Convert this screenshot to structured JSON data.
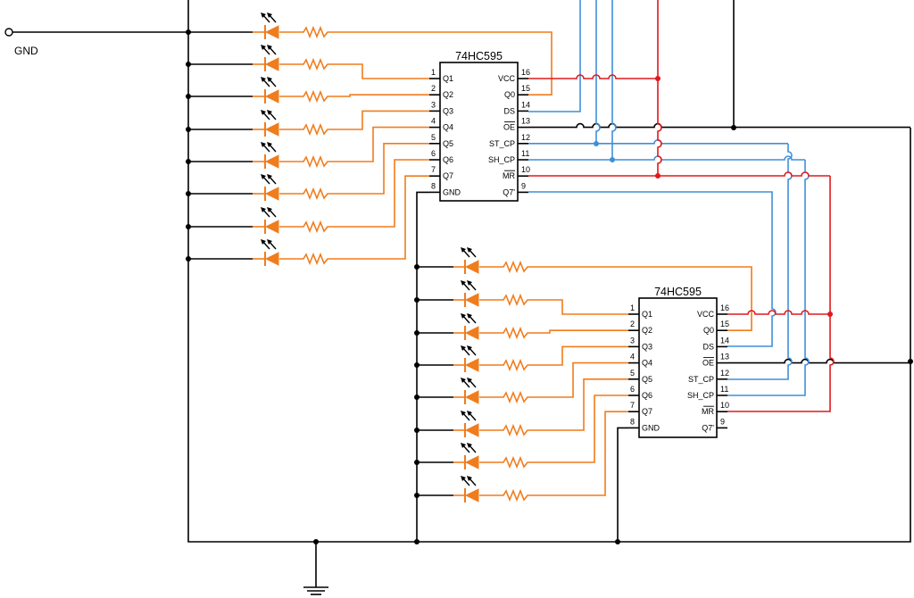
{
  "title": "",
  "labels": {
    "gnd": "GND"
  },
  "chips": [
    {
      "name": "74HC595",
      "left_pins": [
        {
          "num": "1",
          "label": "Q1"
        },
        {
          "num": "2",
          "label": "Q2"
        },
        {
          "num": "3",
          "label": "Q3"
        },
        {
          "num": "4",
          "label": "Q4"
        },
        {
          "num": "5",
          "label": "Q5"
        },
        {
          "num": "6",
          "label": "Q6"
        },
        {
          "num": "7",
          "label": "Q7"
        },
        {
          "num": "8",
          "label": "GND"
        }
      ],
      "right_pins": [
        {
          "num": "16",
          "label": "VCC",
          "overline": false
        },
        {
          "num": "15",
          "label": "Q0",
          "overline": false
        },
        {
          "num": "14",
          "label": "DS",
          "overline": false
        },
        {
          "num": "13",
          "label": "OE",
          "overline": true
        },
        {
          "num": "12",
          "label": "ST_CP",
          "overline": false
        },
        {
          "num": "11",
          "label": "SH_CP",
          "overline": false
        },
        {
          "num": "10",
          "label": "MR",
          "overline": true
        },
        {
          "num": "9",
          "label": "Q7'",
          "overline": false
        }
      ]
    },
    {
      "name": "74HC595",
      "left_pins": [
        {
          "num": "1",
          "label": "Q1"
        },
        {
          "num": "2",
          "label": "Q2"
        },
        {
          "num": "3",
          "label": "Q3"
        },
        {
          "num": "4",
          "label": "Q4"
        },
        {
          "num": "5",
          "label": "Q5"
        },
        {
          "num": "6",
          "label": "Q6"
        },
        {
          "num": "7",
          "label": "Q7"
        },
        {
          "num": "8",
          "label": "GND"
        }
      ],
      "right_pins": [
        {
          "num": "16",
          "label": "VCC",
          "overline": false
        },
        {
          "num": "15",
          "label": "Q0",
          "overline": false
        },
        {
          "num": "14",
          "label": "DS",
          "overline": false
        },
        {
          "num": "13",
          "label": "OE",
          "overline": true
        },
        {
          "num": "12",
          "label": "ST_CP",
          "overline": false
        },
        {
          "num": "11",
          "label": "SH_CP",
          "overline": false
        },
        {
          "num": "10",
          "label": "MR",
          "overline": true
        },
        {
          "num": "9",
          "label": "Q7'",
          "overline": false
        }
      ]
    }
  ],
  "components": {
    "led_groups": [
      {
        "count": 8,
        "symbol": "led-icon"
      },
      {
        "count": 8,
        "symbol": "led-icon"
      }
    ],
    "resistor_groups": [
      {
        "count": 8,
        "symbol": "resistor-icon"
      },
      {
        "count": 8,
        "symbol": "resistor-icon"
      }
    ],
    "ground_symbol": "ground-icon",
    "terminal_symbol": "terminal-icon"
  },
  "colors": {
    "ground_and_control_wires": "#000000",
    "led_outputs": "#f07c1c",
    "data_and_clock_lines": "#3f8fd8",
    "vcc_and_reset_lines": "#e0181c"
  }
}
